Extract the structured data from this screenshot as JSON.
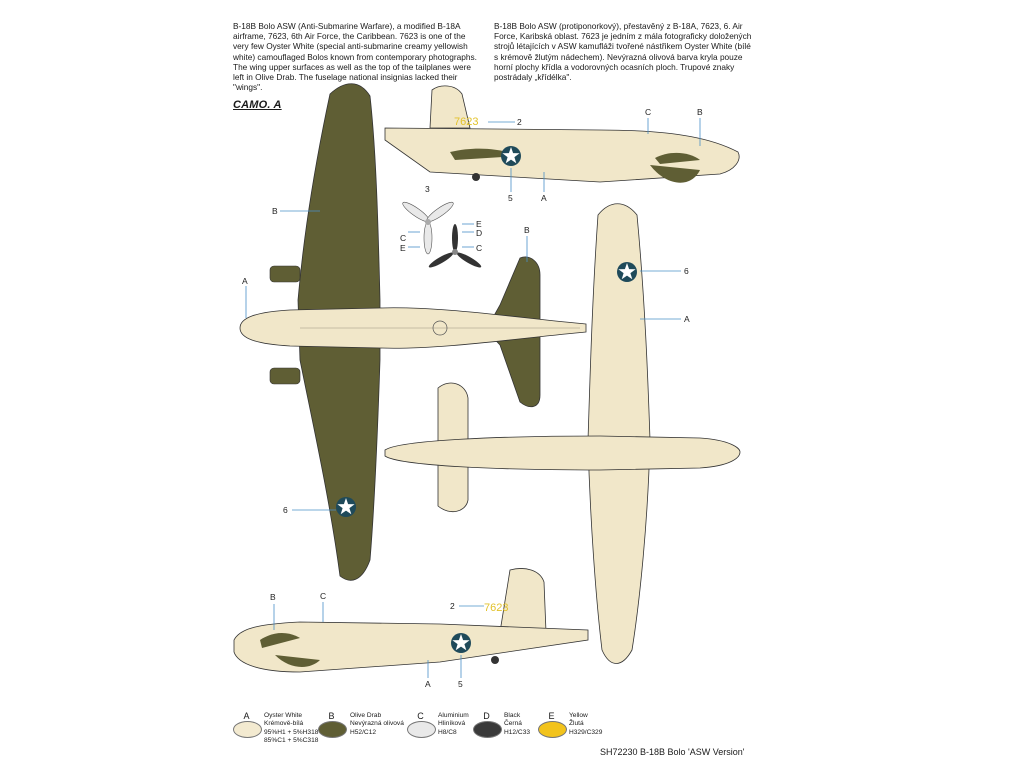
{
  "description": {
    "en": "B-18B Bolo ASW (Anti-Submarine Warfare), a modified B-18A airframe, 7623, 6th Air Force, the Caribbean. 7623 is one of the very few Oyster White (special anti-submarine creamy yellowish white) camouflaged Bolos known from contemporary photographs. The wing upper surfaces as well as the top of the tailplanes were left in Olive Drab. The fuselage national insignias lacked their \"wings\".",
    "cz": "B-18B Bolo ASW (protiponorkový), přestavěný z B-18A, 7623, 6. Air Force, Karibská oblast. 7623 je jedním z mála fotograficky doložených strojů létajících v ASW kamufláži tvořené nástřikem Oyster White (bílé s krémově žlutým nádechem). Nevýrazná olivová barva kryla pouze horní plochy křídla a vodorovných ocasních ploch. Trupové znaky postrádaly „křídélka\"."
  },
  "camo_title": "CAMO. A",
  "serial": "7623",
  "callouts": {
    "A": "A",
    "B": "B",
    "C": "C",
    "D": "D",
    "E": "E",
    "n2": "2",
    "n3": "3",
    "n5": "5",
    "n6": "6"
  },
  "legend": [
    {
      "letter": "A",
      "lines": [
        "Oyster White",
        "Krémově-bílá",
        "95%H1 + 5%H318",
        "85%C1 + 5%C318"
      ],
      "color": "#f3ead0"
    },
    {
      "letter": "B",
      "lines": [
        "Olive Drab",
        "Nevýrazná olivová",
        "H52/C12"
      ],
      "color": "#5f5e34"
    },
    {
      "letter": "C",
      "lines": [
        "Aluminium",
        "Hliníková",
        "H8/C8"
      ],
      "color": "#e9e9e9"
    },
    {
      "letter": "D",
      "lines": [
        "Black",
        "Černá",
        "H12/C33"
      ],
      "color": "#3a3a3a"
    },
    {
      "letter": "E",
      "lines": [
        "Yellow",
        "Žlutá",
        "H329/C329"
      ],
      "color": "#f2c31c"
    }
  ],
  "footer": "SH72230  B-18B Bolo 'ASW Version'",
  "colors": {
    "oyster_white": "#f1e7c9",
    "olive_drab": "#5f5e34",
    "insignia_blue": "#1f4a5a",
    "leader_line": "#4a90c8"
  }
}
